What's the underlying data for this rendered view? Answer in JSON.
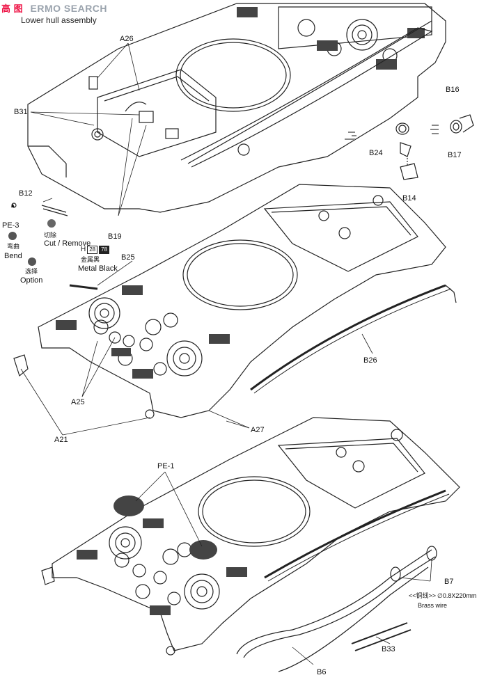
{
  "header": {
    "watermark": "ERMO SEARCH",
    "section_title": "Lower hull assembly",
    "logo_glyphs": "高 图"
  },
  "legend": {
    "pe3": "PE-3",
    "bend_cn": "弯曲",
    "bend": "Bend",
    "cut_cn": "切除",
    "cut": "Cut / Remove",
    "option_cn": "选择",
    "option": "Option",
    "paint_code": "H",
    "paint_num1": "28",
    "paint_num2": "78",
    "paint_cn": "金属黑",
    "paint": "Metal Black"
  },
  "parts": {
    "a26": "A26",
    "b31": "B31",
    "b12": "B12",
    "b19": "B19",
    "b16": "B16",
    "b17": "B17",
    "b24": "B24",
    "b14": "B14",
    "b25": "B25",
    "b26": "B26",
    "a25": "A25",
    "a21": "A21",
    "a27": "A27",
    "pe1": "PE-1",
    "b7": "B7",
    "b33": "B33",
    "b6": "B6"
  },
  "brass": {
    "prefix": "<<铜线>>",
    "size": "∅0.8X220mm",
    "label": "Brass wire"
  }
}
